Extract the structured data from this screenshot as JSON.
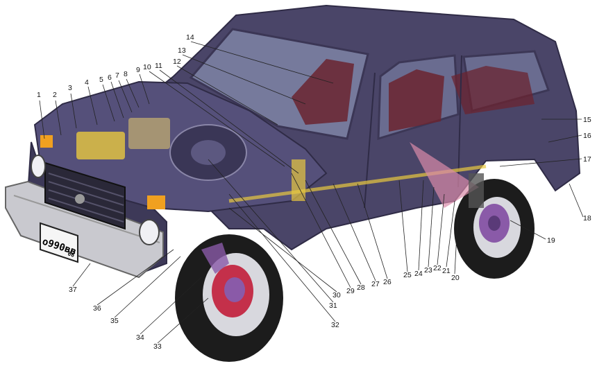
{
  "diagram": {
    "plate_number": "о990вв",
    "plate_region": "66",
    "callouts": [
      "1",
      "2",
      "3",
      "4",
      "5",
      "6",
      "7",
      "8",
      "9",
      "10",
      "11",
      "12",
      "13",
      "14",
      "15",
      "16",
      "17",
      "18",
      "19",
      "20",
      "21",
      "22",
      "23",
      "24",
      "25",
      "26",
      "27",
      "28",
      "29",
      "30",
      "31",
      "32",
      "33",
      "34",
      "35",
      "36",
      "37"
    ],
    "colors": {
      "body": "#4a4568",
      "body_dark": "#2f2b46",
      "interior": "#6b2430",
      "tire": "#1c1c1c",
      "brake_disc": "#c4304a",
      "hub": "#8a5aa8",
      "component_yellow": "#e8c840",
      "component_pink": "#d88aa8",
      "bumper": "#c9c9cf"
    }
  }
}
